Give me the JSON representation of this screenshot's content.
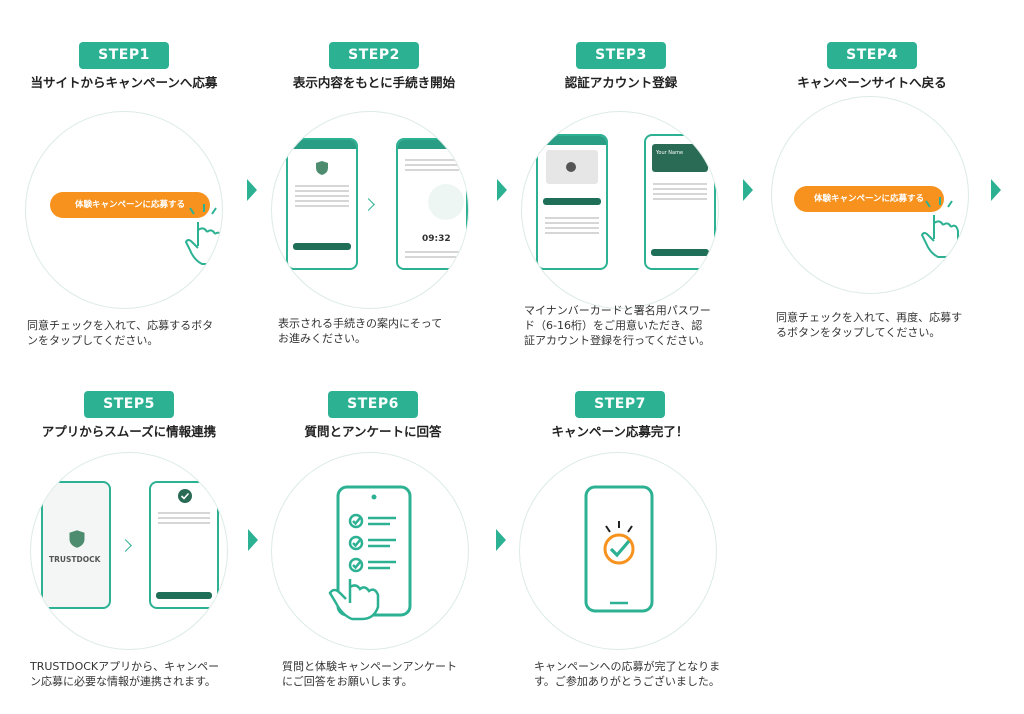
{
  "steps": [
    {
      "badge": "STEP1",
      "title": "当サイトからキャンペーンへ応募",
      "desc": "同意チェックを入れて、応募するボタ\nンをタップしてください。",
      "button": "体験キャンペーンに応募する"
    },
    {
      "badge": "STEP2",
      "title": "表示内容をもとに手続き開始",
      "desc": "表示される手続きの案内にそって\nお進みください。"
    },
    {
      "badge": "STEP3",
      "title": "認証アカウント登録",
      "desc": "マイナンバーカードと署名用パスワー\nド（6-16桁）をご用意いただき、認\n証アカウント登録を行ってください。"
    },
    {
      "badge": "STEP4",
      "title": "キャンペーンサイトへ戻る",
      "desc": "同意チェックを入れて、再度、応募す\nるボタンをタップしてください。",
      "button": "体験キャンペーンに応募する"
    },
    {
      "badge": "STEP5",
      "title": "アプリからスムーズに情報連携",
      "desc": "TRUSTDOCKアプリから、キャンペー\nン応募に必要な情報が連携されます。",
      "logo": "TRUSTDOCK"
    },
    {
      "badge": "STEP6",
      "title": "質問とアンケートに回答",
      "desc": "質問と体験キャンペーンアンケート\nにご回答をお願いします。"
    },
    {
      "badge": "STEP7",
      "title": "キャンペーン応募完了！",
      "desc": "キャンペーンへの応募が完了となりま\nす。ご参加ありがとうございました。"
    }
  ],
  "step2_time": "09:32",
  "step3_card": "Your Name",
  "colors": {
    "accent": "#2db193",
    "orange": "#f7921e"
  }
}
